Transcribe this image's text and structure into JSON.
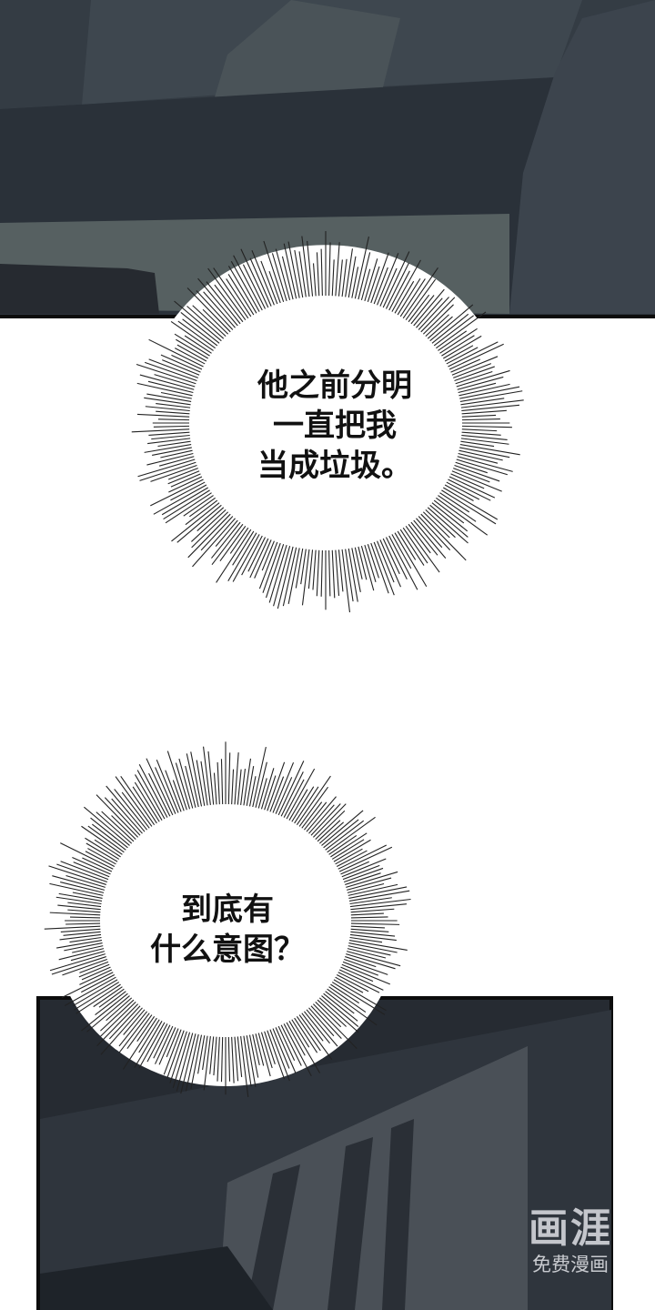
{
  "panels": {
    "bubble_1": {
      "text": "他之前分明\n一直把我\n当成垃圾。"
    },
    "bubble_2": {
      "text": "到底有\n什么意图？"
    }
  },
  "watermark": {
    "logo": "画涯",
    "tagline": "免费漫画"
  },
  "colors": {
    "panel_dark": "#2b323b",
    "panel_mid": "#3a434c",
    "floor": "#5a6466",
    "border": "#0c0c0c"
  }
}
